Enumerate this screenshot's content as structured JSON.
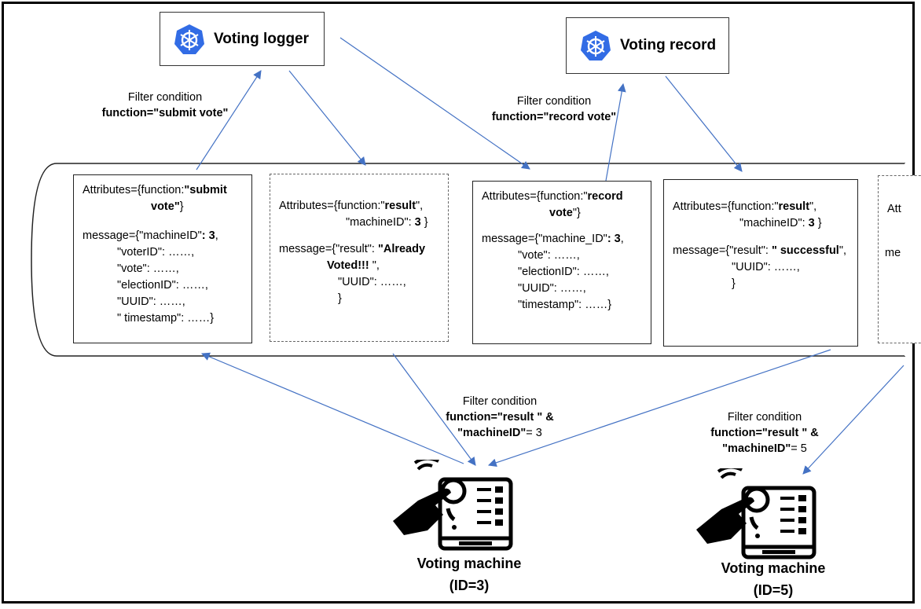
{
  "services": {
    "logger": {
      "label": "Voting logger"
    },
    "record": {
      "label": "Voting record"
    }
  },
  "filters": {
    "logger": {
      "title": "Filter condition",
      "condition": "function=\"submit vote\""
    },
    "record": {
      "title": "Filter condition",
      "condition": "function=\"record vote\""
    },
    "machine3": {
      "title": "Filter condition",
      "line1": "function=\"result \" &",
      "line2_key": "\"machineID\"",
      "line2_val": "= 3"
    },
    "machine5": {
      "title": "Filter condition",
      "line1": "function=\"result \" &",
      "line2_key": "\"machineID\"",
      "line2_val": "= 5"
    }
  },
  "messages": {
    "m1": {
      "attr_prefix": "Attributes={function:",
      "attr_bold1": "\"submit",
      "attr_bold2": "vote\"",
      "attr_close": "}",
      "msg_prefix": "message={\"machineID\"",
      "msg_sep": ": ",
      "msg_val": "3",
      "msg_comma": ",",
      "fields": [
        "\"voterID\": ……,",
        "\"vote\": ……,",
        "\"electionID\": ……,",
        "\"UUID\": ……,",
        "\" timestamp\": ……}"
      ]
    },
    "m2": {
      "attr_prefix": "Attributes={function:\"",
      "attr_bold": "result",
      "attr_suffix": "\",",
      "attr_line2": "\"machineID\": ",
      "attr_line2_val": "3",
      "attr_line2_close": " }",
      "msg_prefix": "message={\"result\": ",
      "msg_bold1": "\"Already",
      "msg_bold2": "Voted!!! ",
      "msg_bold2_suffix": "\",",
      "fields": [
        "\"UUID\": ……,",
        "}"
      ]
    },
    "m3": {
      "attr_prefix": "Attributes={function:\"",
      "attr_bold1": "record",
      "attr_bold2": "vote",
      "attr_close": "\"}",
      "msg_prefix": "message={\"machine_ID\"",
      "msg_sep": ": ",
      "msg_val": "3",
      "msg_comma": ",",
      "fields": [
        "\"vote\": ……,",
        "\"electionID\": ……,",
        "\"UUID\": ……,",
        "\"timestamp\": ……}"
      ]
    },
    "m4": {
      "attr_prefix": "Attributes={function:\"",
      "attr_bold": "result",
      "attr_suffix": "\",",
      "attr_line2": "\"machineID\": ",
      "attr_line2_val": "3",
      "attr_line2_close": " }",
      "msg_prefix": "message={\"result\": ",
      "msg_bold": "\" successful",
      "msg_suffix": "\",",
      "fields": [
        "\"UUID\": ……,",
        "}"
      ]
    },
    "m5": {
      "attr_partial": "Att",
      "msg_partial": "me"
    }
  },
  "machines": {
    "m3": {
      "label": "Voting machine",
      "id": "(ID=3)"
    },
    "m5": {
      "label": "Voting machine",
      "id": "(ID=5)"
    }
  },
  "colors": {
    "arrow": "#4472c4",
    "k8s": "#326ce5",
    "border": "#000000"
  }
}
